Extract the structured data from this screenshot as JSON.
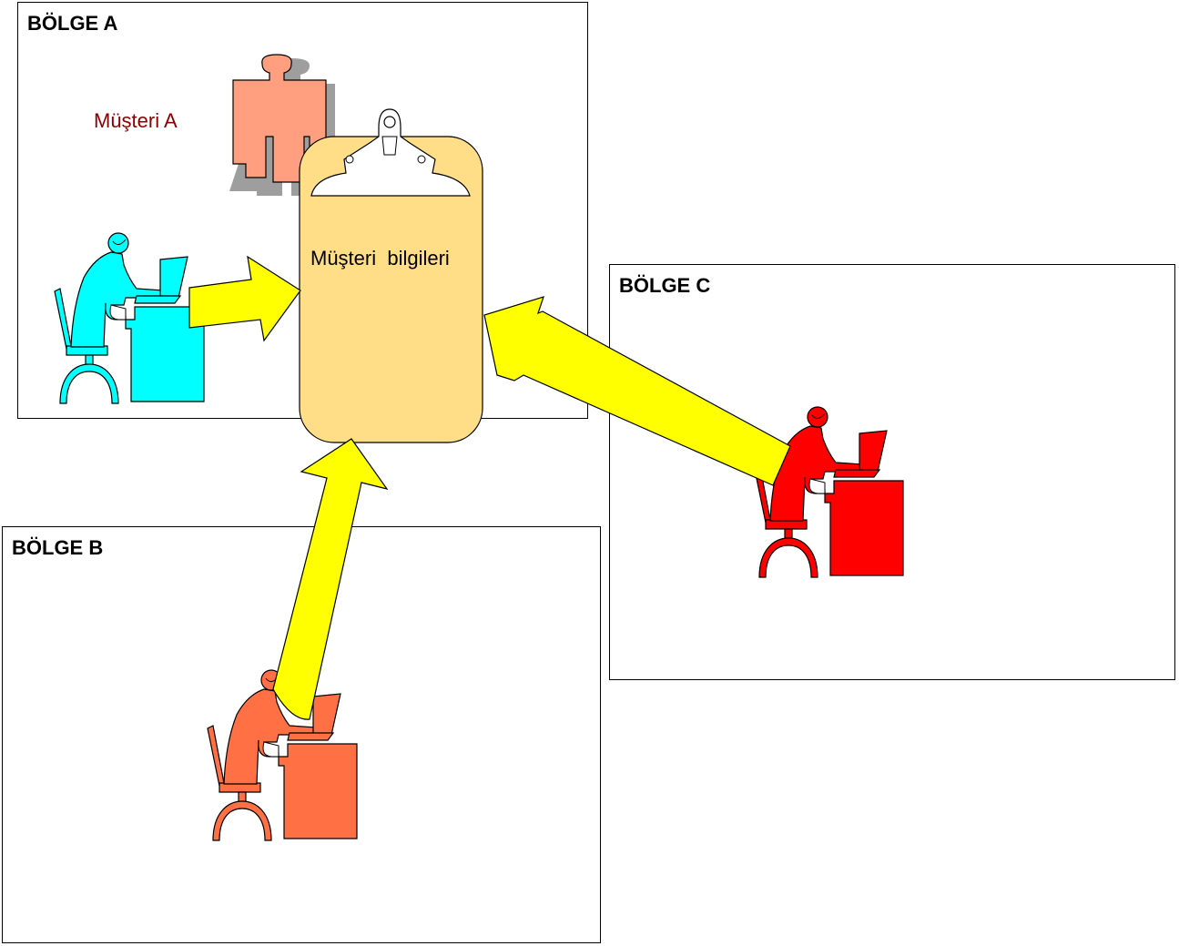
{
  "regions": {
    "a": {
      "title": "BÖLGE A"
    },
    "b": {
      "title": "BÖLGE B"
    },
    "c": {
      "title": "BÖLGE C"
    }
  },
  "customer": {
    "label": "Müşteri A"
  },
  "clipboard": {
    "label": "Müşteri  bilgileri"
  },
  "colors": {
    "worker_a": "#00FFFF",
    "worker_b": "#FF7144",
    "worker_c": "#FF0000",
    "customer_figure": "#FF9F7F",
    "customer_label": "#8B0000",
    "clipboard": "#FFDE87",
    "arrow": "#FFFF00"
  },
  "icons": {
    "customer": "person-standing-icon",
    "worker": "person-at-computer-icon",
    "clipboard": "clipboard-icon"
  }
}
